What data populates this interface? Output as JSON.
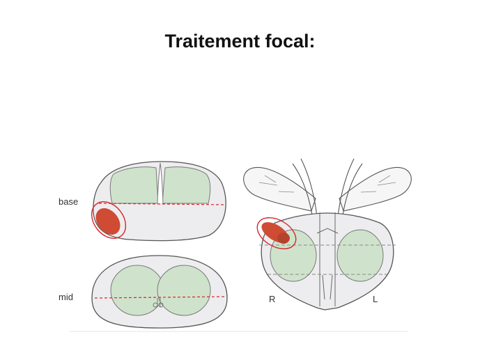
{
  "slide": {
    "title": "Traitement focal:"
  },
  "diagram": {
    "labels": {
      "base": "base",
      "mid": "mid",
      "right": "R",
      "left": "L"
    },
    "colors": {
      "gland_fill": "#ededef",
      "gland_stroke": "#555555",
      "zone_fill": "#cfe3cc",
      "lesion_fill": "#cf4b33",
      "target_ring": "#d6242b",
      "cut_plane_red": "#d6242b",
      "cut_plane_gray": "#888888"
    }
  }
}
